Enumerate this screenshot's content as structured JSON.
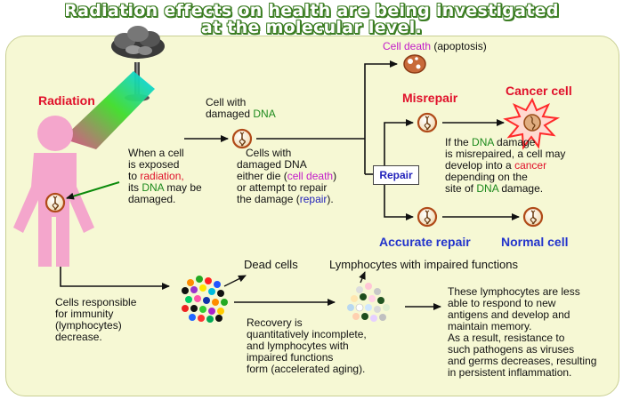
{
  "title": {
    "line1": "Radiation effects on health are being investigated",
    "line2": "at the molecular level."
  },
  "labels": {
    "radiation": "Radiation",
    "cell_with": "Cell with",
    "damaged": "damaged ",
    "dna": "DNA",
    "cell_death": "Cell death",
    "apoptosis": " (apoptosis)",
    "misrepair": "Misrepair",
    "cancer_cell": "Cancer cell",
    "repair": "Repair",
    "accurate_repair": "Accurate repair",
    "normal_cell": "Normal cell",
    "dead_cells": "Dead cells",
    "lymphocytes_impaired": "Lymphocytes with impaired functions"
  },
  "text": {
    "exposed_1": "When a cell",
    "exposed_2": "is exposed",
    "exposed_3a": "to ",
    "exposed_3b": "radiation,",
    "exposed_4a": "its ",
    "exposed_4b": "DNA",
    "exposed_4c": " may be",
    "exposed_5": "damaged.",
    "die_1": "Cells with",
    "die_2": "damaged DNA",
    "die_3a": "either die (",
    "die_3b": "cell death",
    "die_3c": ")",
    "die_4": "or attempt to repair",
    "die_5a": "the damage (",
    "die_5b": "repair",
    "die_5c": ").",
    "mis_1a": "If the ",
    "mis_1b": "DNA",
    "mis_1c": " damage",
    "mis_2": "is misrepaired, a cell may",
    "mis_3a": "develop into a ",
    "mis_3b": "cancer",
    "mis_4": "depending on the",
    "mis_5a": "site of ",
    "mis_5b": "DNA",
    "mis_5c": " damage.",
    "imm_1": "Cells responsible",
    "imm_2": "for immunity",
    "imm_3": "(lymphocytes)",
    "imm_4": "decrease.",
    "rec_1": "Recovery is",
    "rec_2": "quantitatively incomplete,",
    "rec_3": "and lymphocytes with",
    "rec_4": "impaired functions",
    "rec_5": "form (accelerated aging).",
    "less_1": "These lymphocytes are less",
    "less_2": "able to respond to new",
    "less_3": "antigens and develop and",
    "less_4": "maintain memory.",
    "less_5": "As a result, resistance to",
    "less_6": "such pathogens as viruses",
    "less_7": "and germs decreases, resulting",
    "less_8": "in persistent inflammation."
  },
  "icons": {
    "cloud": "mushroom-cloud-icon",
    "beam": "radiation-beam-icon",
    "person": "human-figure-icon",
    "cell": "dna-cell-icon"
  },
  "colors": {
    "accent_red": "#e0102a",
    "dna_green": "#1d8a1d",
    "death_purple": "#c21cc9",
    "repair_blue": "#2233cc",
    "panel": "#f6f8d4",
    "person_pink": "#f4a6cc"
  }
}
